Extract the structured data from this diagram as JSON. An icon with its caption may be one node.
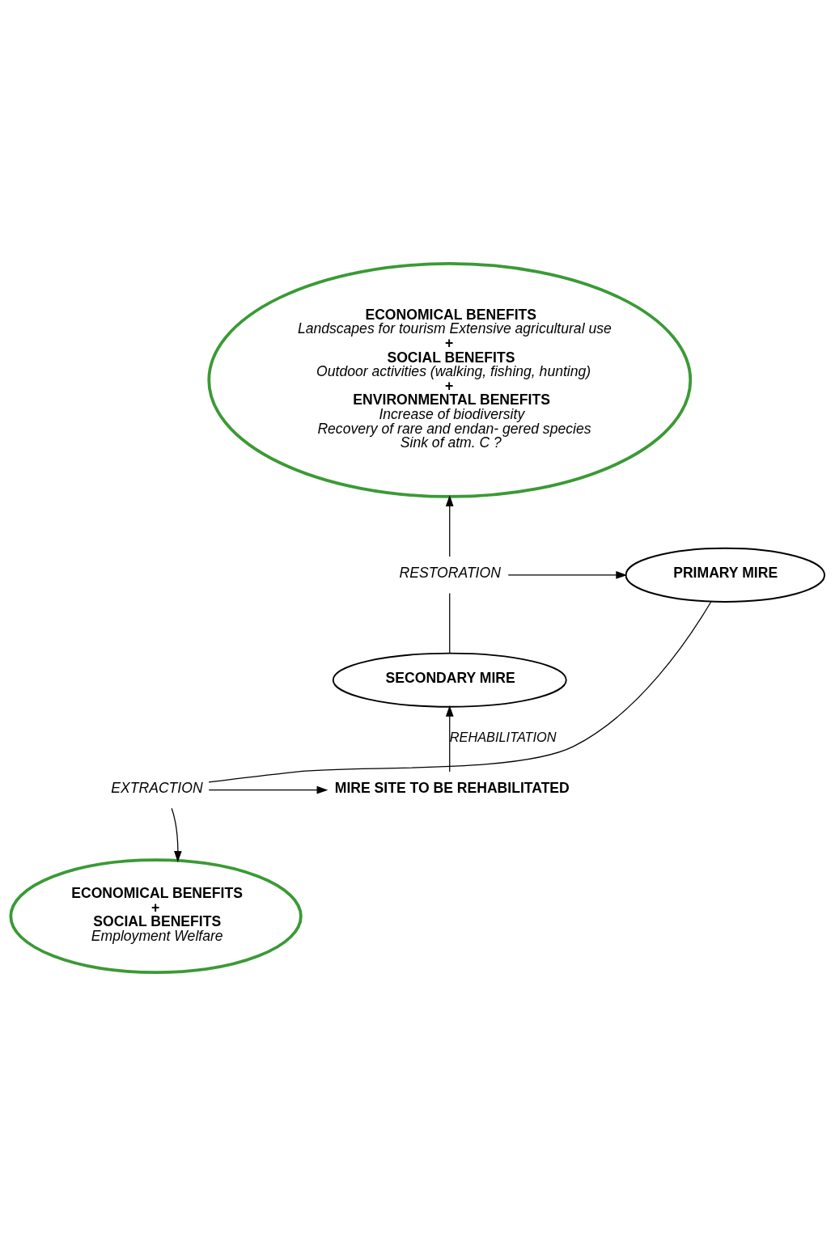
{
  "diagram": {
    "nodes": [
      {
        "text": [
          "ECONOMICAL BENEFITS",
          "Landscapes for tourism Extensive agricultural use",
          "+",
          "SOCIAL BENEFITS",
          "Outdoor activities (walking, fishing, hunting)",
          "+",
          "ENVIRONMENTAL BENEFITS",
          "Increase of biodiversity",
          "Recovery of rare and endan- gered species",
          "Sink of atm. C ?"
        ]
      },
      {
        "text": [
          "PRIMARY MIRE"
        ]
      },
      {
        "text": [
          "SECONDARY MIRE"
        ]
      },
      {
        "text": [
          "MIRE SITE TO BE REHABILITATED"
        ]
      },
      {
        "text": [
          "ECONOMICAL BENEFITS",
          "+",
          "SOCIAL BENEFITS",
          "Employment Welfare"
        ]
      },
      {
        "text": [
          "RESTORATION"
        ]
      },
      {
        "text": [
          "EXTRACTION"
        ]
      }
    ],
    "edges": [
      {
        "from": 2,
        "to": 5,
        "arrow": "none"
      },
      {
        "from": 5,
        "to": 0,
        "arrow": "to"
      },
      {
        "from": 5,
        "to": 1,
        "arrow": "to"
      },
      {
        "from": 1,
        "to": 6,
        "arrow": "none"
      },
      {
        "from": 6,
        "to": 4,
        "arrow": "to"
      },
      {
        "from": 6,
        "to": 3,
        "arrow": "to"
      },
      {
        "from": 3,
        "to": 2,
        "arrow": "to",
        "label": "REHABILITATION"
      }
    ]
  }
}
